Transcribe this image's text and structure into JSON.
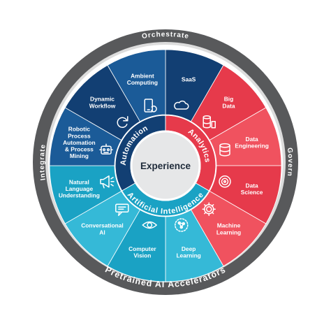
{
  "outer_ring": {
    "top": "Orchestrate",
    "left": "Integrate",
    "right": "Govern",
    "bottom": "Pretrained AI Accelerators"
  },
  "center": {
    "label": "Experience"
  },
  "categories": {
    "automation": "Automation",
    "analytics": "Analytics",
    "ai": "Artificial Intelligence"
  },
  "colors": {
    "outer_ring": "#58595b",
    "outer_ring_inner": "#d9d9d9",
    "center_fill": "#e6e7e8",
    "automation": "#123f73",
    "automation_alt": "#1b5b98",
    "analytics": "#e63a4b",
    "analytics_alt": "#f0525f",
    "ai": "#1aa2c4",
    "ai_alt": "#35b9d7"
  },
  "segments": [
    {
      "id": "saas",
      "lines": [
        "SaaS"
      ],
      "icon": "cloud-icon"
    },
    {
      "id": "big-data",
      "lines": [
        "Big",
        "Data"
      ],
      "icon": "database-icon"
    },
    {
      "id": "data-engineering",
      "lines": [
        "Data",
        "Engineering"
      ],
      "icon": "database-stack-icon"
    },
    {
      "id": "data-science",
      "lines": [
        "Data",
        "Science"
      ],
      "icon": "target-icon"
    },
    {
      "id": "machine-learning",
      "lines": [
        "Machine",
        "Learning"
      ],
      "icon": "gear-icon"
    },
    {
      "id": "deep-learning",
      "lines": [
        "Deep",
        "Learning"
      ],
      "icon": "neural-icon"
    },
    {
      "id": "computer-vision",
      "lines": [
        "Computer",
        "Vision"
      ],
      "icon": "eye-icon"
    },
    {
      "id": "conversational-ai",
      "lines": [
        "Conversational",
        "AI"
      ],
      "icon": "chat-icon"
    },
    {
      "id": "nlu",
      "lines": [
        "Natural",
        "Language",
        "Understanding"
      ],
      "icon": "megaphone-icon"
    },
    {
      "id": "rpa",
      "lines": [
        "Robotic",
        "Process",
        "Automation",
        "& Process",
        "Mining"
      ],
      "icon": "robot-icon"
    },
    {
      "id": "dynamic-workflow",
      "lines": [
        "Dynamic",
        "Workflow"
      ],
      "icon": "refresh-icon"
    },
    {
      "id": "ambient-computing",
      "lines": [
        "Ambient",
        "Computing"
      ],
      "icon": "mobile-sync-icon"
    }
  ]
}
